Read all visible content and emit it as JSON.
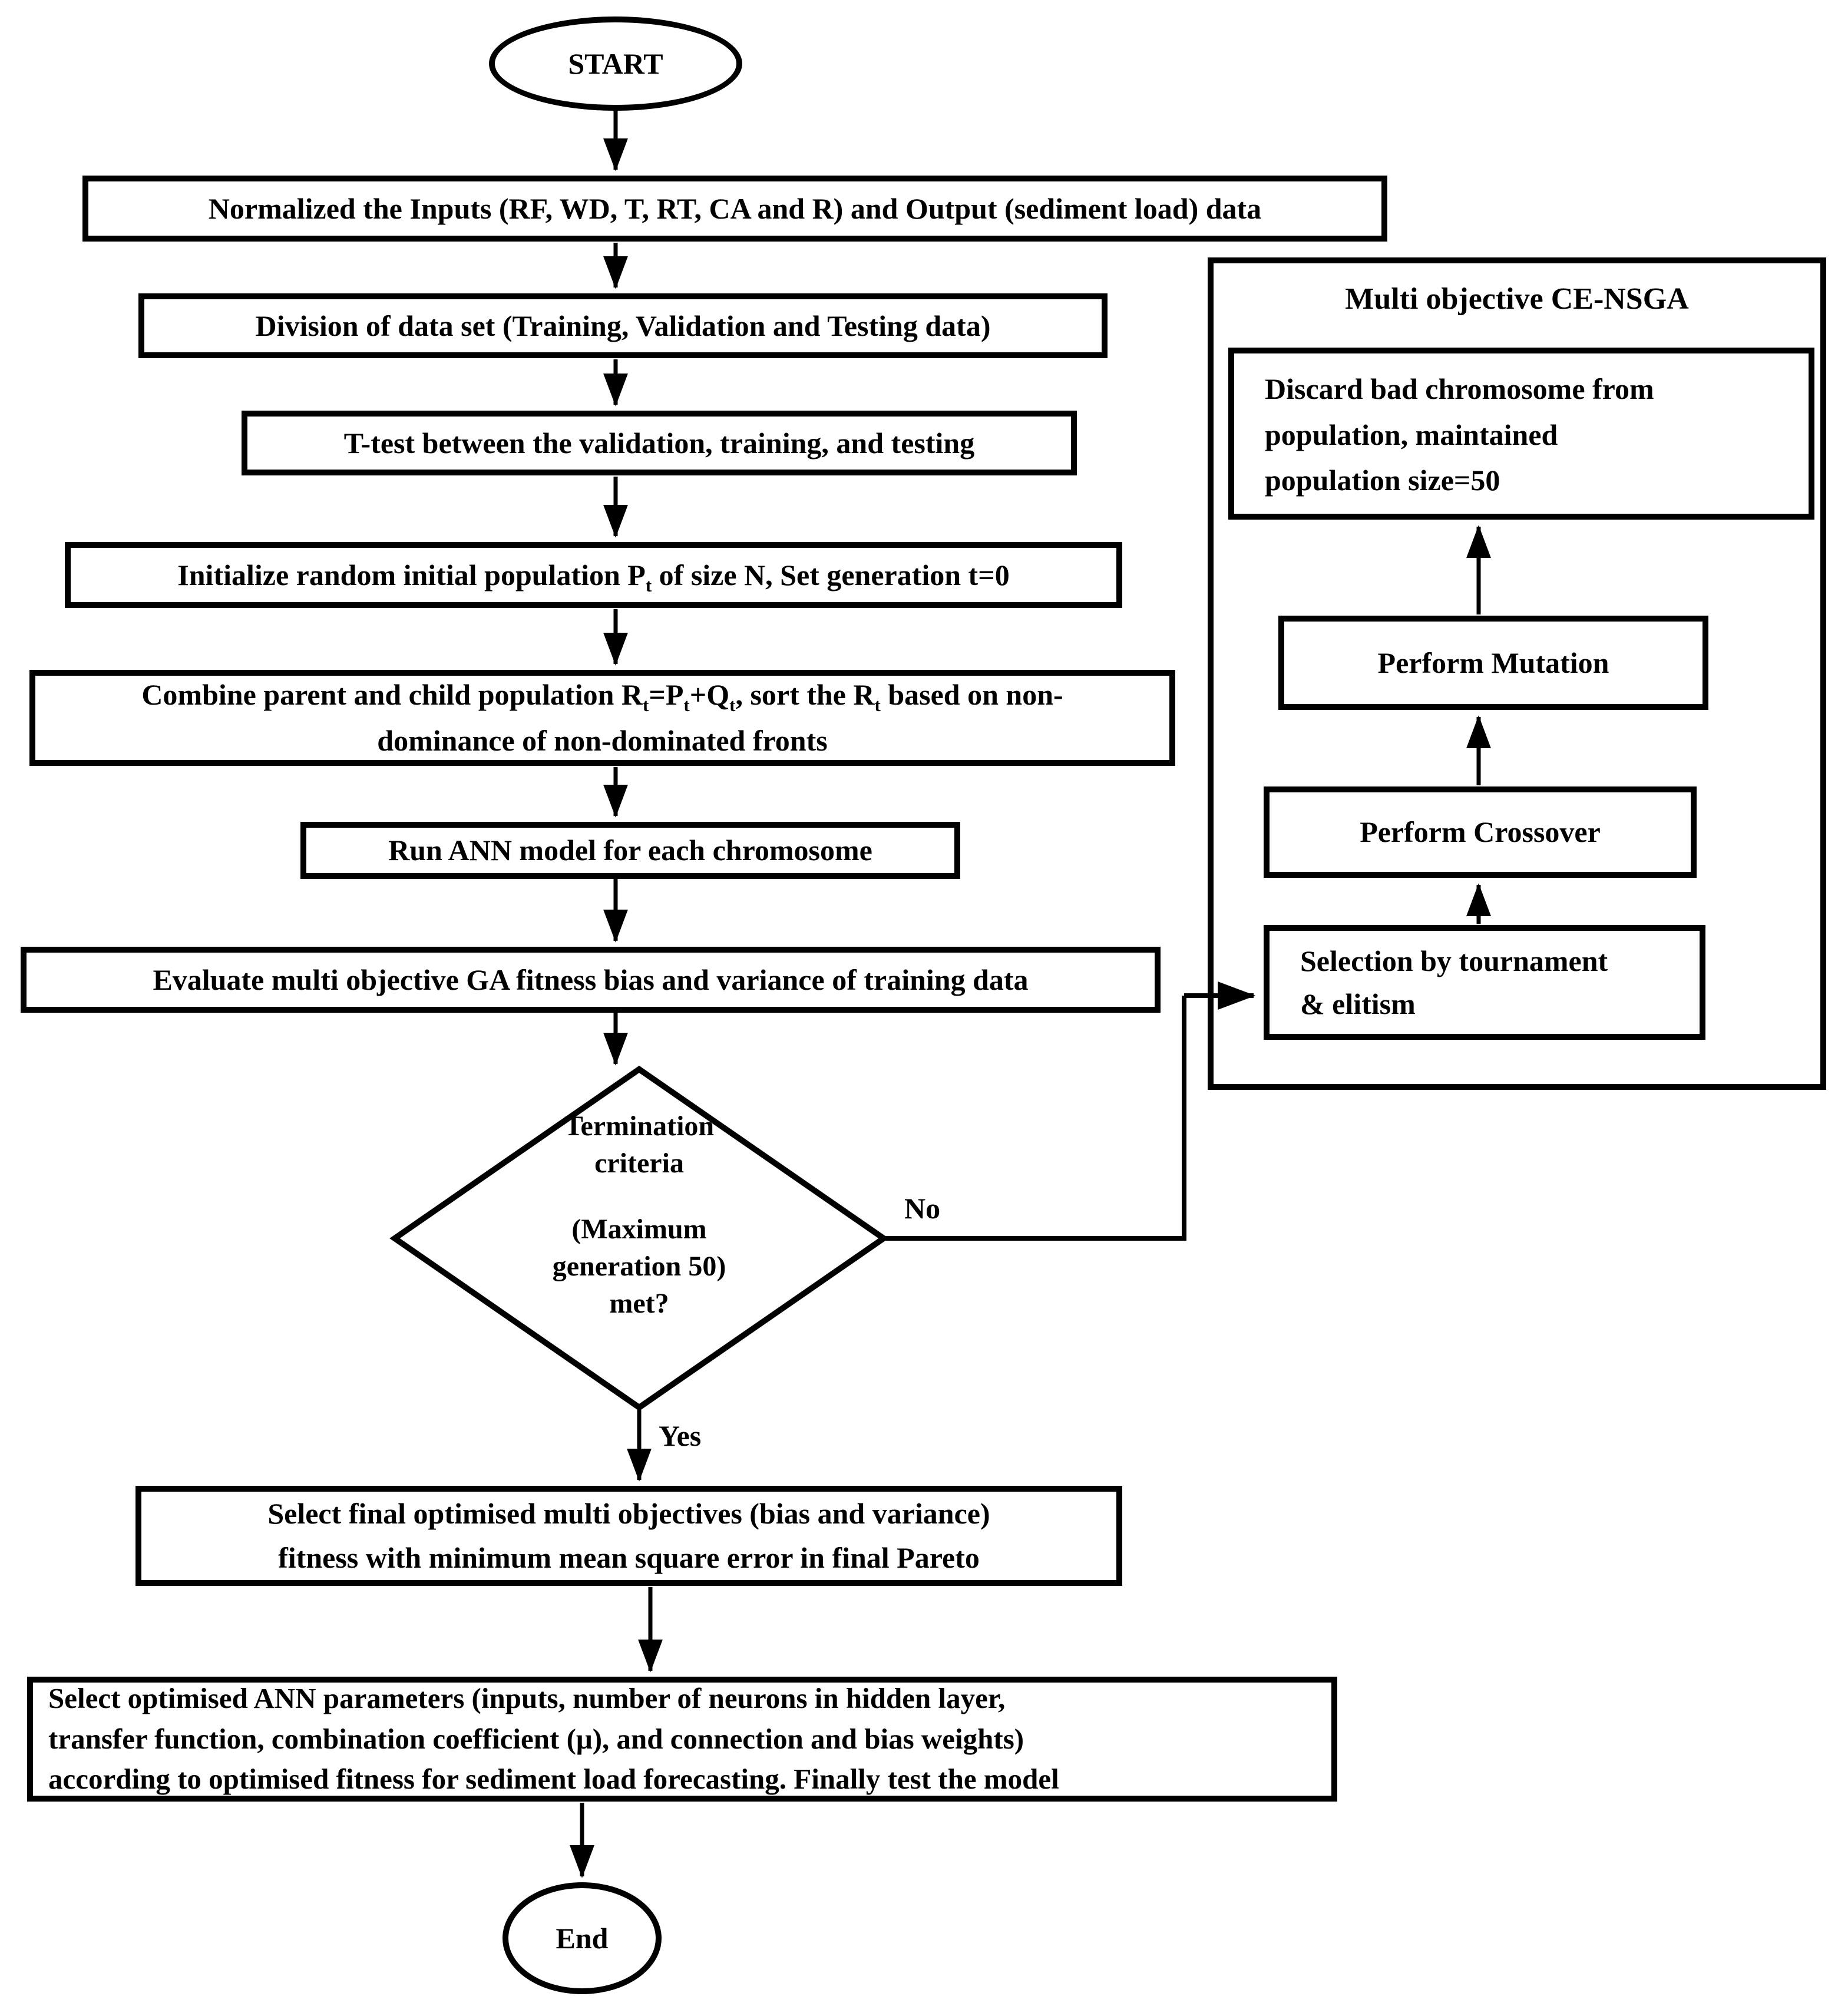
{
  "flowchart": {
    "colors": {
      "stroke": "#000000",
      "background": "#ffffff",
      "text": "#000000"
    },
    "start": {
      "label": "START"
    },
    "end": {
      "label": "End"
    },
    "nodes": {
      "normalize": {
        "text": "Normalized the Inputs (RF, WD, T, RT, CA and R) and Output (sediment load) data"
      },
      "division": {
        "text": "Division of data set (Training, Validation and Testing data)"
      },
      "ttest": {
        "text": "T-test between the validation, training, and testing"
      },
      "initialize": {
        "segments": [
          "Initialize random initial population P",
          "t",
          " of size N, Set generation t=0"
        ]
      },
      "combine": {
        "line1_segments": [
          "Combine parent and child population R",
          "t",
          "=P",
          "t",
          "+Q",
          "t",
          ", sort the R",
          "t",
          " based on non-"
        ],
        "line2": "dominance of non-dominated fronts"
      },
      "run_ann": {
        "text": "Run ANN model for each chromosome"
      },
      "evaluate": {
        "text": "Evaluate multi objective GA fitness bias and variance of training data"
      },
      "decision": {
        "lines": [
          "Termination",
          "criteria",
          "(Maximum",
          "generation 50)",
          "met?"
        ]
      },
      "select_final": {
        "lines": [
          "Select final optimised multi objectives (bias and variance)",
          "fitness with minimum mean square error in final Pareto"
        ]
      },
      "select_params": {
        "lines": [
          "Select optimised ANN parameters (inputs, number of neurons in hidden layer,",
          "transfer function, combination coefficient (μ), and connection and bias weights)",
          "according to optimised fitness for sediment load forecasting. Finally test the model"
        ]
      }
    },
    "nsga_panel": {
      "title": "Multi objective CE-NSGA",
      "discard": {
        "lines": [
          "Discard bad chromosome from",
          "population, maintained",
          "population size=50"
        ]
      },
      "mutation": {
        "text": "Perform Mutation"
      },
      "crossover": {
        "text": "Perform Crossover"
      },
      "selection": {
        "lines": [
          "Selection by tournament",
          "& elitism"
        ]
      }
    },
    "edge_labels": {
      "no": "No",
      "yes": "Yes"
    }
  }
}
